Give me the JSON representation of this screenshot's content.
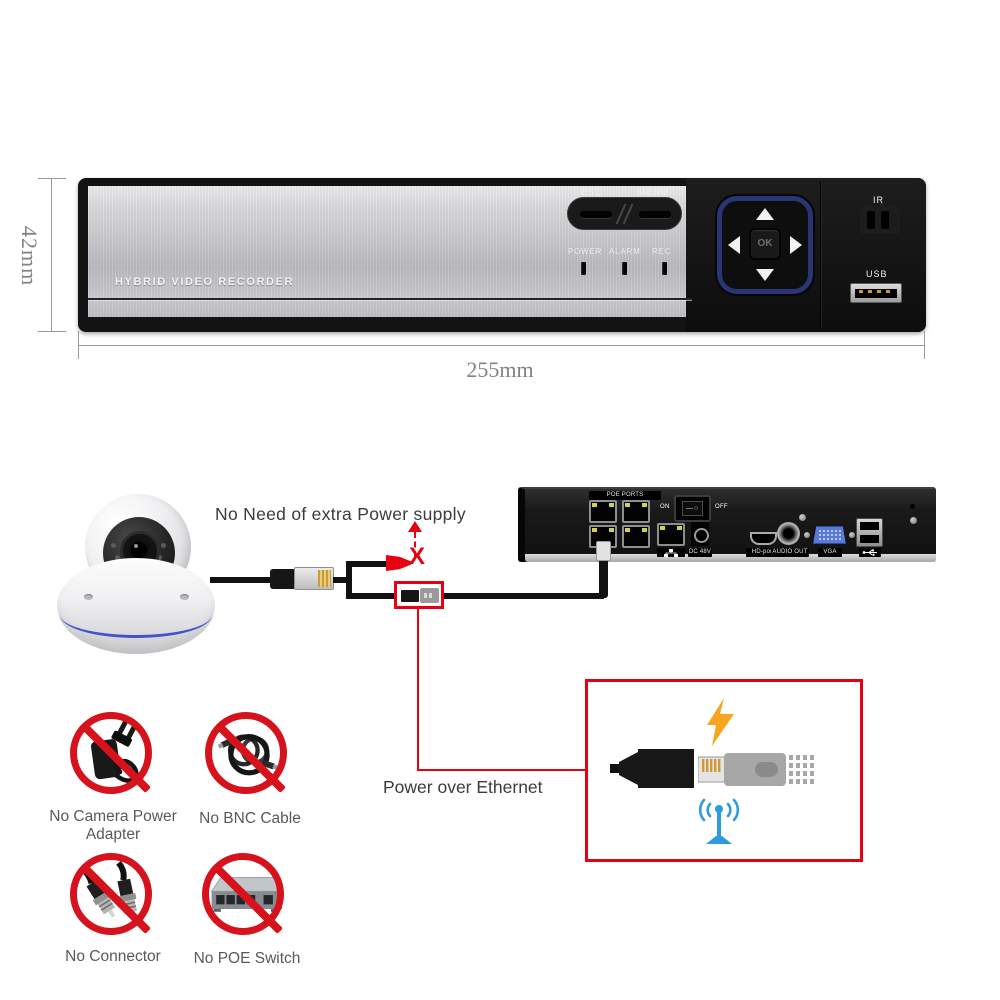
{
  "dims": {
    "height": "42mm",
    "width": "255mm"
  },
  "front_panel": {
    "brand": "HYBRID VIDEO RECORDER",
    "esc": "ESC",
    "menu": "MENU",
    "ok": "OK",
    "leds": [
      "POWER",
      "ALARM",
      "REC"
    ],
    "ir": "IR",
    "usb": "USB"
  },
  "annotations": {
    "no_power": "No Need of extra Power supply",
    "x_mark": "X",
    "poe_caption": "Power over Ethernet"
  },
  "rear_panel": {
    "poe_ports": "POE PORTS",
    "on": "ON",
    "off": "OFF",
    "dc": "DC 48V",
    "hd": "HD-port",
    "audio": "AUDIO OUT",
    "vga": "VGA"
  },
  "prohibitions": [
    {
      "label": "No Camera Power Adapter",
      "icon": "power-adapter-icon"
    },
    {
      "label": "No BNC Cable",
      "icon": "bnc-cable-coil-icon"
    },
    {
      "label": "No Connector",
      "icon": "bnc-connector-icon"
    },
    {
      "label": "No POE Switch",
      "icon": "poe-switch-icon"
    }
  ],
  "icons": [
    "lightning-icon",
    "wifi-antenna-icon",
    "ethernet-plug-icon",
    "cable-connector-icon",
    "usb-symbol-icon",
    "network-icon"
  ],
  "colors": {
    "accent_red": "#e60012",
    "nav_ring_navy": "#2a3573",
    "lightning_orange": "#F7A51C",
    "wifi_blue": "#2E9BE0",
    "vga_blue": "#5a79d6",
    "camera_stripe_blue": "#4053c8"
  }
}
